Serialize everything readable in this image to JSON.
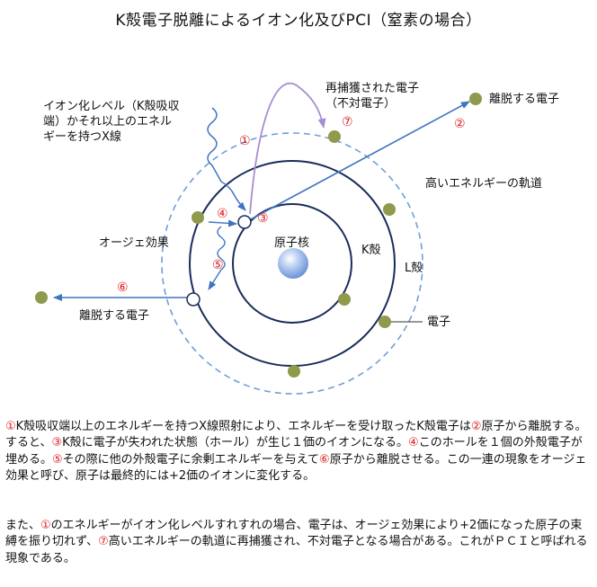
{
  "title": "K殻電子脱離によるイオン化及びPCI（窒素の場合）",
  "diagram": {
    "labels": {
      "recaptured": "再捕獲された電子\n（不対電子）",
      "escaping_top": "離脱する電子",
      "xray": "イオン化レベル（K殻吸収\n端）かそれ以上のエネル\nギーを持つX線",
      "high_orbit": "高いエネルギーの軌道",
      "auger": "オージェ効果",
      "nucleus": "原子核",
      "k_shell": "K殻",
      "l_shell": "L殻",
      "electron": "電子",
      "escaping_left": "離脱する電子"
    },
    "markers": [
      "①",
      "②",
      "③",
      "④",
      "⑤",
      "⑥",
      "⑦"
    ],
    "colors": {
      "electron_fill": "#8f9a4c",
      "orbit_stroke": "#1a2d5a",
      "outer_orbit_dash": "#6f9fd8",
      "arrow_blue": "#3f74c0",
      "arrow_purple": "#a88ed0",
      "marker_red": "#e01b1b"
    }
  },
  "description": {
    "p1": {
      "m1": "①",
      "t1": "K殻吸収端以上のエネルギーを持つX線照射により、エネルギーを受け取ったK殻電子は",
      "m2": "②",
      "t2": "原子から離脱する。すると、",
      "m3": "③",
      "t3": "K殻に電子が失われた状態（ホール）が生じ１価のイオンになる。",
      "m4": "④",
      "t4": "このホールを１個の外殻電子が埋める。",
      "m5": "⑤",
      "t5": "その際に他の外殻電子に余剰エネルギーを与えて",
      "m6": "⑥",
      "t6": "原子から離脱させる。この一連の現象をオージェ効果と呼び、原子は最終的には+2価のイオンに変化する。"
    },
    "p2": {
      "t1": "また、",
      "m1": "①",
      "t2": "のエネルギーがイオン化レベルすれすれの場合、電子は、オージェ効果により+2価になった原子の束縛を振り切れず、",
      "m7": "⑦",
      "t3": "高いエネルギーの軌道に再捕獲され、不対電子となる場合がある。これがＰＣＩと呼ばれる現象である。"
    }
  }
}
